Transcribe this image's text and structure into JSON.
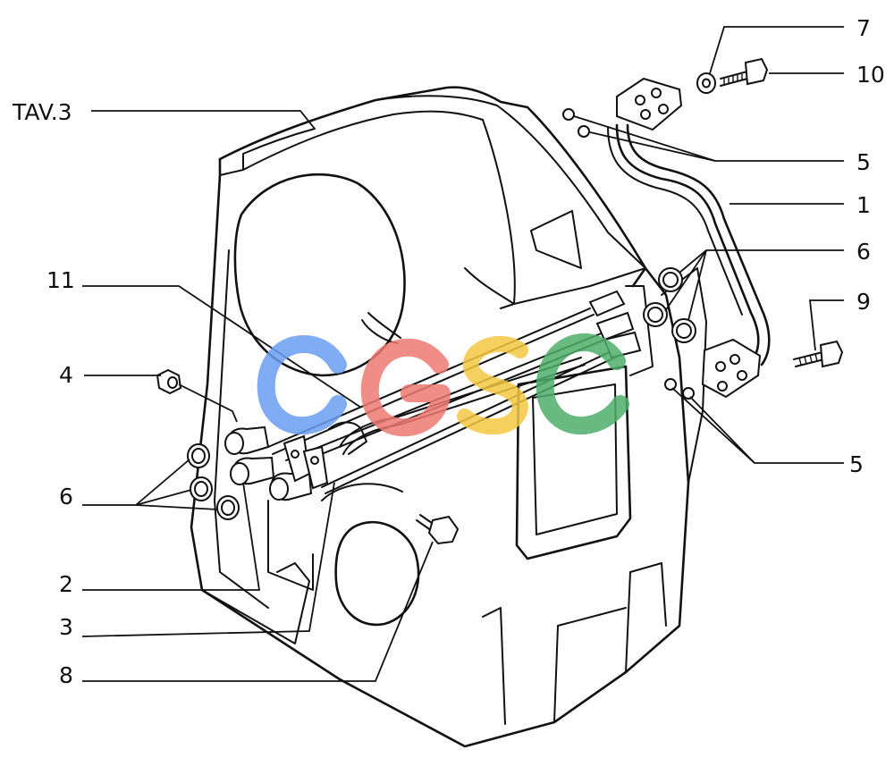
{
  "diagram": {
    "reference": "TAV.3",
    "callouts": [
      {
        "id": "c7",
        "text": "7"
      },
      {
        "id": "c10",
        "text": "10"
      },
      {
        "id": "c5a",
        "text": "5"
      },
      {
        "id": "c1",
        "text": "1"
      },
      {
        "id": "c6a",
        "text": "6"
      },
      {
        "id": "c9",
        "text": "9"
      },
      {
        "id": "c11",
        "text": "11"
      },
      {
        "id": "c4",
        "text": "4"
      },
      {
        "id": "c5b",
        "text": "5"
      },
      {
        "id": "c6b",
        "text": "6"
      },
      {
        "id": "c2",
        "text": "2"
      },
      {
        "id": "c3",
        "text": "3"
      },
      {
        "id": "c8",
        "text": "8"
      }
    ]
  },
  "watermark": {
    "letters": [
      "C",
      "G",
      "S",
      "C"
    ],
    "colors": [
      "#4285F4",
      "#EA4335",
      "#FBBC05",
      "#34A853"
    ]
  }
}
